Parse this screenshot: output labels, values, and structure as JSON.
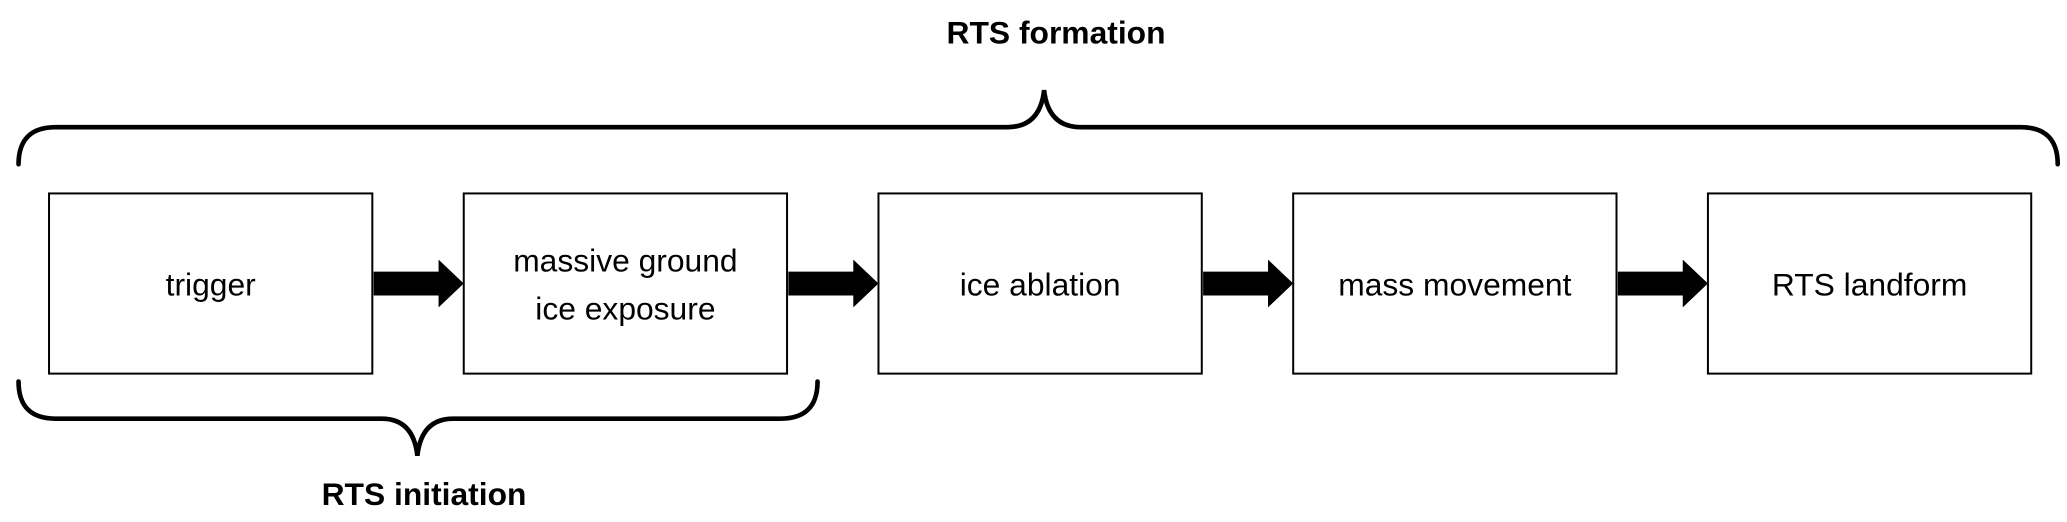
{
  "diagram": {
    "top_brace_label": "RTS formation",
    "bottom_brace_label": "RTS initiation",
    "steps": [
      {
        "lines": [
          "trigger"
        ]
      },
      {
        "lines": [
          "massive ground",
          "ice exposure"
        ]
      },
      {
        "lines": [
          "ice ablation"
        ]
      },
      {
        "lines": [
          "mass movement"
        ]
      },
      {
        "lines": [
          "RTS landform"
        ]
      }
    ],
    "flow": [
      "trigger",
      "massive ground ice exposure",
      "ice ablation",
      "mass movement",
      "RTS landform"
    ],
    "top_brace_spans_steps": [
      0,
      4
    ],
    "bottom_brace_spans_steps": [
      0,
      1
    ]
  }
}
